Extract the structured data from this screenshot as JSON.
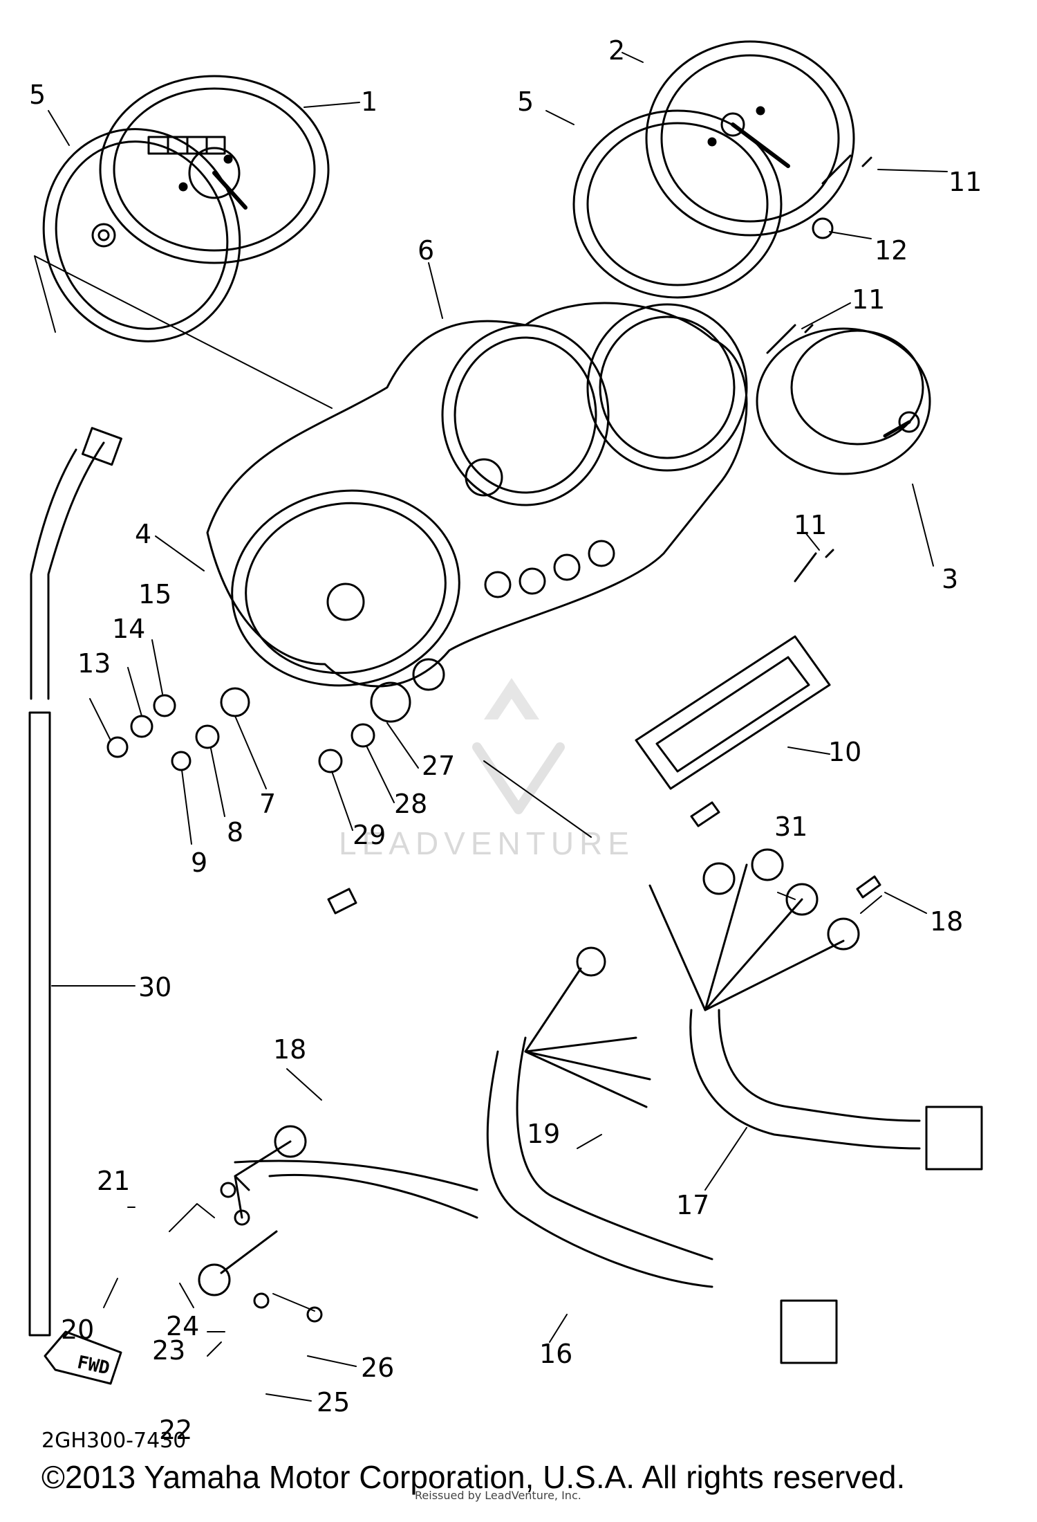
{
  "callouts": {
    "c1": "1",
    "c2": "2",
    "c3": "3",
    "c4": "4",
    "c5a": "5",
    "c5b": "5",
    "c6": "6",
    "c7": "7",
    "c8": "8",
    "c9": "9",
    "c10": "10",
    "c11a": "11",
    "c11b": "11",
    "c11c": "11",
    "c12": "12",
    "c13": "13",
    "c14": "14",
    "c15": "15",
    "c16": "16",
    "c17": "17",
    "c18a": "18",
    "c18b": "18",
    "c19": "19",
    "c20": "20",
    "c21": "21",
    "c22": "22",
    "c23": "23",
    "c24": "24",
    "c25": "25",
    "c26": "26",
    "c27": "27",
    "c28": "28",
    "c29": "29",
    "c30": "30",
    "c31": "31"
  },
  "part_code": "2GH300-7430",
  "fwd_label": "FWD",
  "watermark": "LEADVENTURE",
  "copyright": "©2013 Yamaha Motor Corporation, U.S.A. All rights reserved.",
  "reissue_note": "Reissued by LeadVenture, Inc."
}
